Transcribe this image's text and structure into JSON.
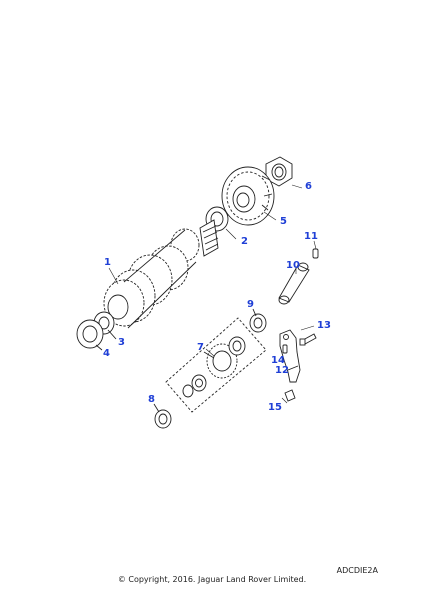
{
  "diagram": {
    "callouts": [
      "1",
      "2",
      "3",
      "4",
      "5",
      "6",
      "7",
      "8",
      "9",
      "10",
      "11",
      "12",
      "13",
      "14",
      "15"
    ],
    "reference_code": "ADCDIE2A",
    "copyright": "© Copyright, 2016. Jaguar Land Rover Limited.",
    "colors": {
      "callout": "#1f3fd6",
      "line": "#222222",
      "background": "#ffffff"
    }
  }
}
